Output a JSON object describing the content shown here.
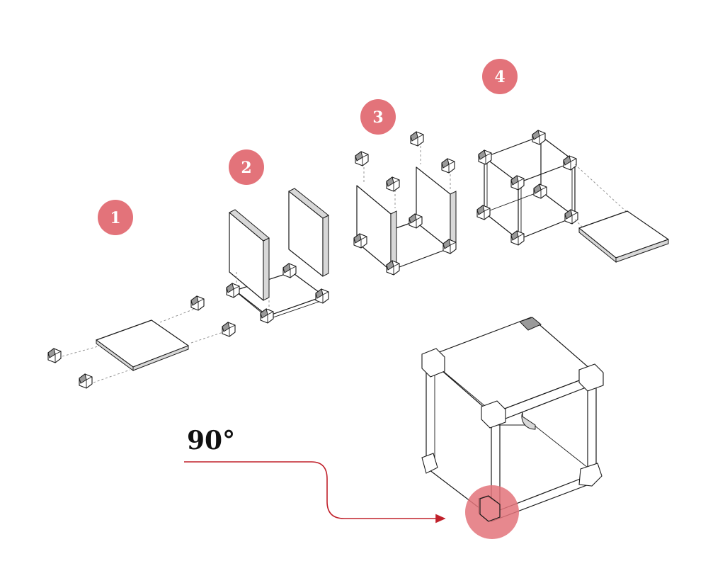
{
  "steps": [
    {
      "label": "1"
    },
    {
      "label": "2"
    },
    {
      "label": "3"
    },
    {
      "label": "4"
    }
  ],
  "angle_label": "90°",
  "colors": {
    "badge": "#e3737a",
    "arrow": "#c0202a",
    "line": "#1a1a1a"
  }
}
